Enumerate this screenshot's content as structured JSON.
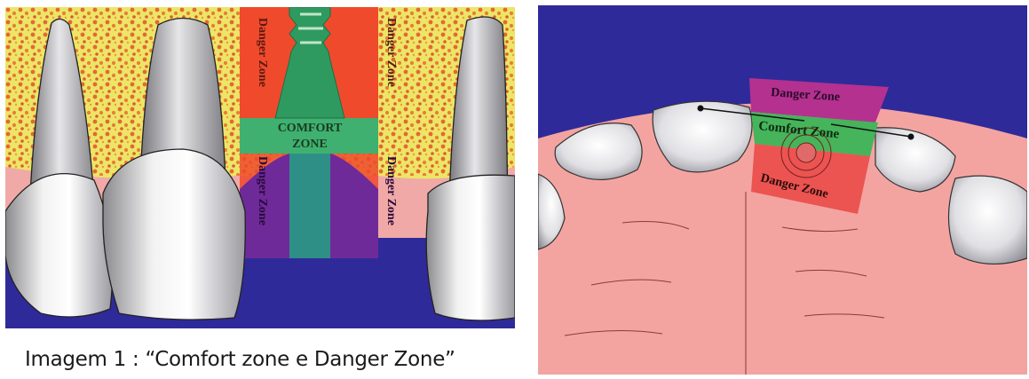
{
  "figure_left": {
    "danger_zone_label": "Danger Zone",
    "comfort_zone_line1": "COMFORT",
    "comfort_zone_line2": "ZONE",
    "colors": {
      "background": "#2f2a9a",
      "bone": "#ece566",
      "bone_dots": "#e2512c",
      "danger_red": "#ef4a2c",
      "comfort_green": "#3fb06f",
      "implant_green": "#2f9a60",
      "danger_purple": "#6f2a9a",
      "gingiva": "#f0a9a6"
    }
  },
  "figure_right": {
    "danger_zone_top": "Danger Zone",
    "comfort_zone": "Comfort Zone",
    "danger_zone_bottom": "Danger Zone",
    "colors": {
      "background": "#2f2a9a",
      "palate": "#f3a4a1",
      "danger_magenta": "#b4318f",
      "comfort_green": "#45b45a",
      "danger_red": "#ea4b48"
    }
  },
  "caption": "Imagem 1 : “Comfort zone e Danger Zone”"
}
